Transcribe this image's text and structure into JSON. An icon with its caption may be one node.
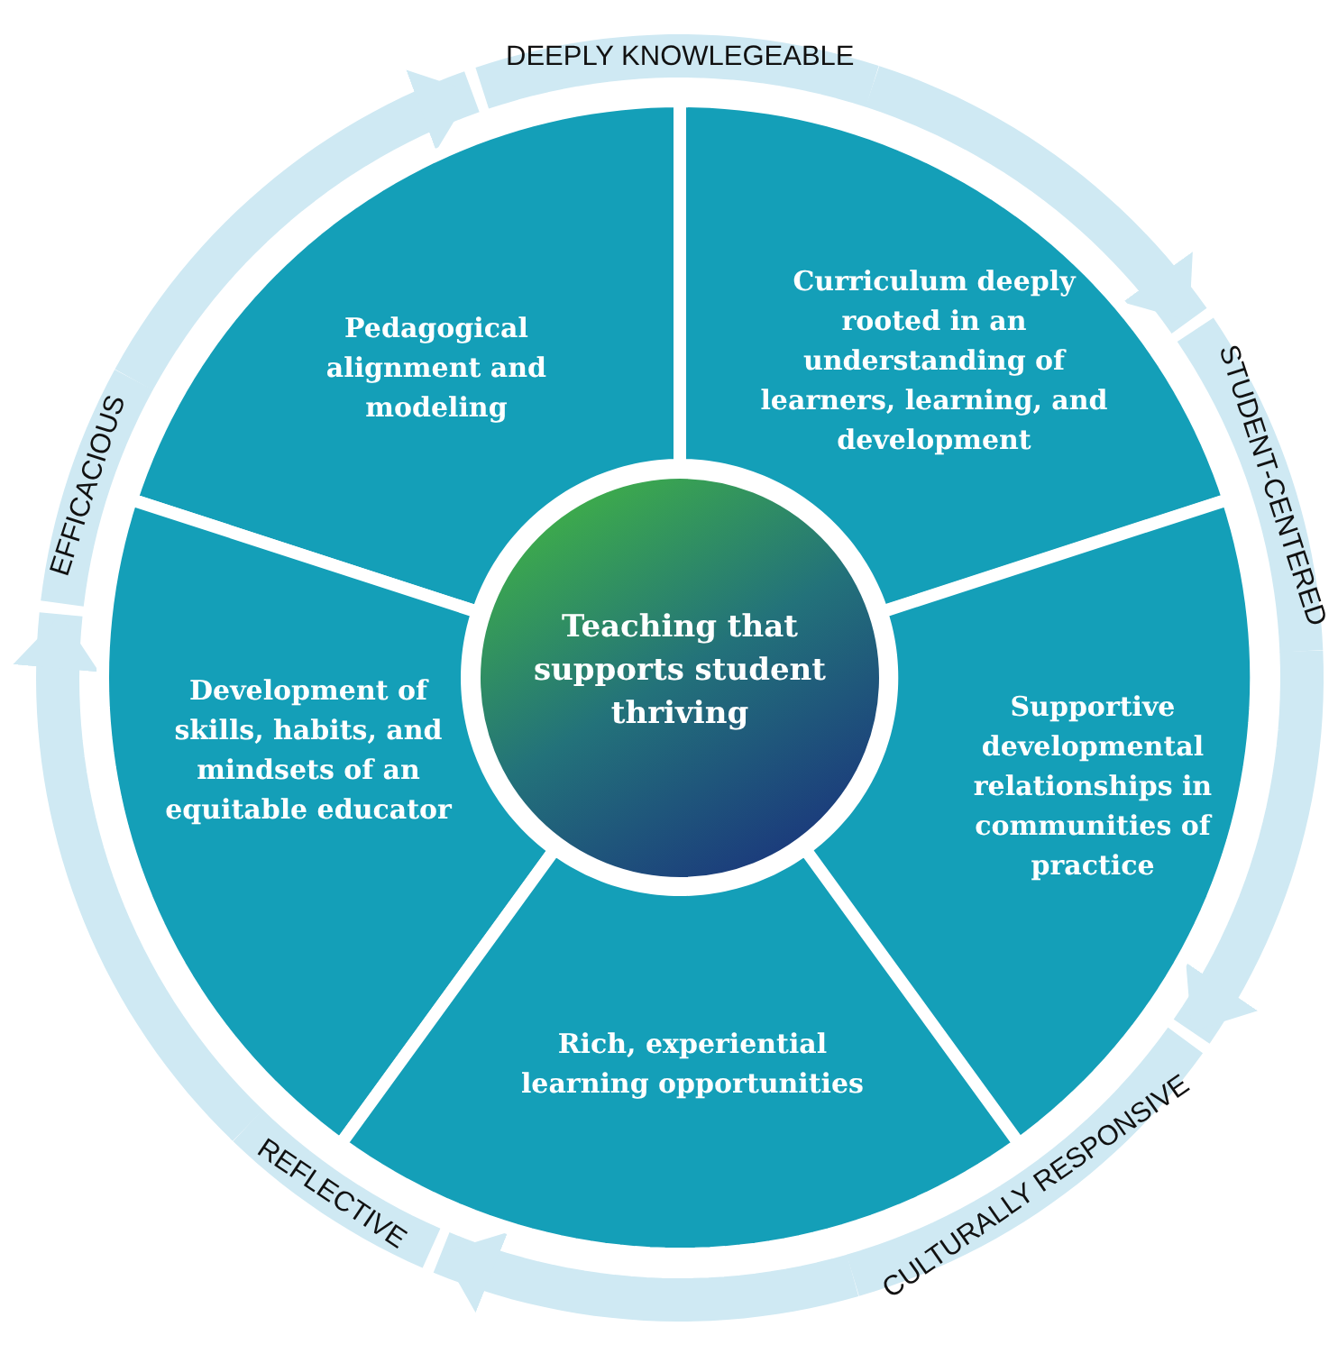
{
  "diagram": {
    "nodes": [
      {
        "text": [
          "DEEPLY KNOWLEGEABLE"
        ]
      },
      {
        "text": [
          "Pedagogical alignment and modeling"
        ]
      },
      {
        "text": [
          "Curriculum deeply rooted in an understanding of learners, learning, and development"
        ]
      },
      {
        "text": [
          "EFFICACIOUS"
        ]
      },
      {
        "text": [
          "STUDENT-CENTERED"
        ]
      },
      {
        "text": [
          "Teaching that supports student thriving"
        ]
      },
      {
        "text": [
          "Development of skills, habits, and mindsets of an equitable educator"
        ]
      },
      {
        "text": [
          "Supportive developmental relationships in communities of practice"
        ]
      },
      {
        "text": [
          "Rich, experiential learning opportunities"
        ]
      },
      {
        "text": [
          "REFLECTIVE"
        ]
      },
      {
        "text": [
          "CULTURALLY RESPONSIVE"
        ]
      }
    ],
    "edges": [
      {
        "from": 0,
        "to": 4,
        "arrow": "to"
      },
      {
        "from": 4,
        "to": 10,
        "arrow": "to"
      },
      {
        "from": 10,
        "to": 9,
        "arrow": "to"
      },
      {
        "from": 9,
        "to": 3,
        "arrow": "to"
      },
      {
        "from": 3,
        "to": 0,
        "arrow": "to"
      }
    ]
  }
}
